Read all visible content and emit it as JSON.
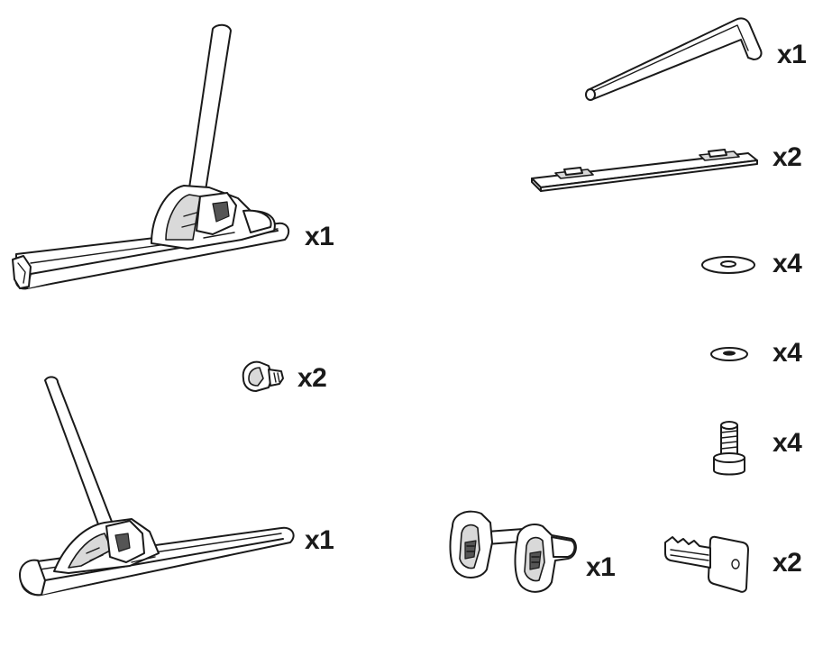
{
  "parts": {
    "front_holder": {
      "icon": "front-wheel-holder-icon",
      "qty": "x1"
    },
    "end_caps": {
      "icon": "end-cap-icon",
      "qty": "x2"
    },
    "rear_holder": {
      "icon": "rear-wheel-holder-icon",
      "qty": "x1"
    },
    "allen_key": {
      "icon": "allen-key-icon",
      "qty": "x1"
    },
    "adapter_plate": {
      "icon": "adapter-plate-icon",
      "qty": "x2"
    },
    "large_washer": {
      "icon": "large-washer-icon",
      "qty": "x4"
    },
    "small_washer": {
      "icon": "small-washer-icon",
      "qty": "x4"
    },
    "bolt": {
      "icon": "bolt-icon",
      "qty": "x4"
    },
    "fork_mount": {
      "icon": "fork-mount-icon",
      "qty": "x1"
    },
    "keys": {
      "icon": "lock-key-icon",
      "qty": "x2"
    }
  }
}
